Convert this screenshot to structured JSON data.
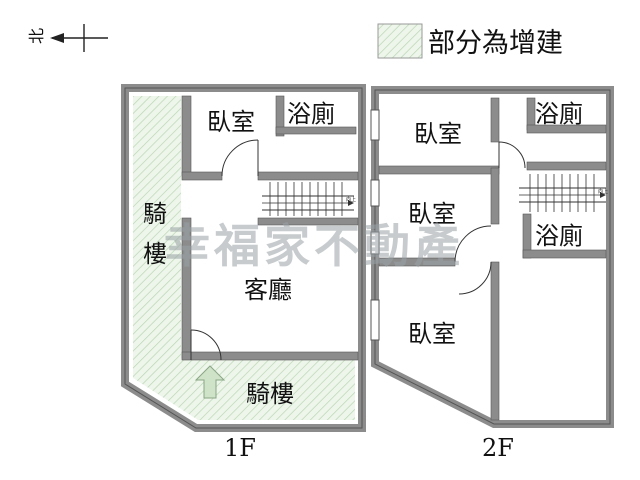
{
  "compass": {
    "label": "北"
  },
  "legend": {
    "label": "部分為增建",
    "color": "#dfeedd"
  },
  "floor1": {
    "label": "1F",
    "rooms": {
      "arcade_left": "騎\n樓",
      "bedroom": "臥室",
      "bathroom": "浴廁",
      "living_room": "客廳",
      "arcade_front": "騎樓"
    },
    "stairs_label": "向上"
  },
  "floor2": {
    "label": "2F",
    "rooms": {
      "bedroom_top": "臥室",
      "bathroom_top": "浴廁",
      "bedroom_mid": "臥室",
      "bathroom_mid": "浴廁",
      "bedroom_bottom": "臥室"
    },
    "stairs_label": "向上"
  },
  "watermark": "幸福家不動產",
  "colors": {
    "wall": "#8c8c8c",
    "wall_edge": "#555555",
    "hatch": "#b8d6b0",
    "arrow": "#cfe3c9"
  }
}
